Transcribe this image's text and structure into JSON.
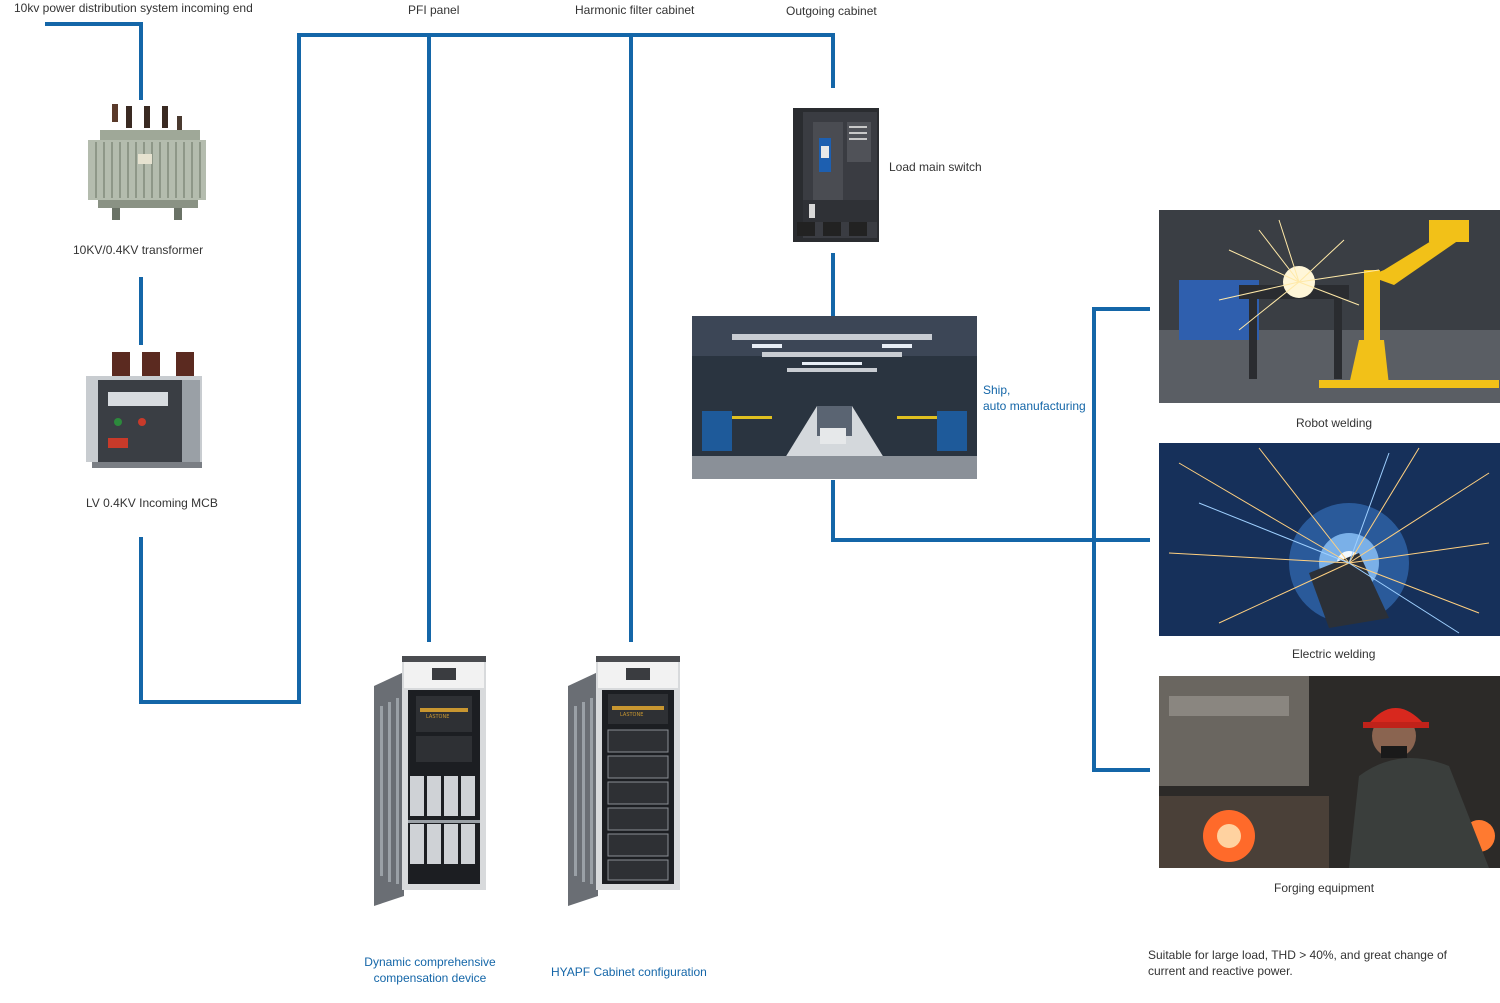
{
  "labels": {
    "incoming_end": "10kv power distribution system incoming end",
    "pfi_panel": "PFI panel",
    "harmonic_filter": "Harmonic filter cabinet",
    "outgoing_cabinet": "Outgoing cabinet",
    "load_main_switch": "Load main switch",
    "transformer": "10KV/0.4KV transformer",
    "lv_incoming_mcb": "LV 0.4KV Incoming MCB",
    "ship_line1": "Ship,",
    "ship_line2": "auto manufacturing",
    "robot_welding": "Robot welding",
    "electric_welding": "Electric welding",
    "forging_equipment": "Forging equipment",
    "dynamic_line1": "Dynamic comprehensive",
    "dynamic_line2": "compensation device",
    "hyapf": "HYAPF Cabinet configuration",
    "note_line1": "Suitable for large load, THD > 40%, and great change of",
    "note_line2": "current and reactive power."
  },
  "cabinet_brand": "LASTONE",
  "colors": {
    "wire": "#1466a8",
    "highlight_text": "#1466a8",
    "body_text": "#333333"
  }
}
